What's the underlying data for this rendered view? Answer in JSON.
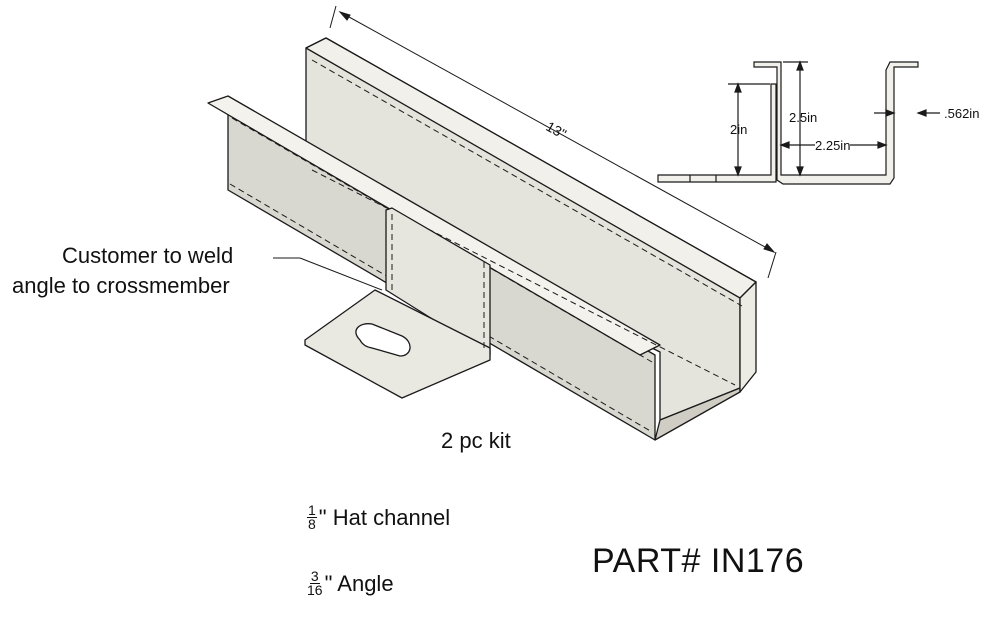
{
  "callout": {
    "line1": "Customer to  weld",
    "line2": "angle to crossmember"
  },
  "kit_label": "2 pc kit",
  "materials": {
    "hat": {
      "numerator": "1",
      "denominator": "8",
      "text": "\" Hat channel"
    },
    "angle": {
      "numerator": "3",
      "denominator": "16",
      "text": "\" Angle"
    }
  },
  "part_number": "PART# IN176",
  "dimensions": {
    "length": "13\"",
    "height_left": "2in",
    "height_right": "2.5in",
    "width": "2.25in",
    "flange": ".562in"
  },
  "colors": {
    "line": "#1a1a1a",
    "metal_light": "#ecebe4",
    "metal_mid": "#dcdbd3",
    "metal_dark": "#cfcdc4"
  }
}
